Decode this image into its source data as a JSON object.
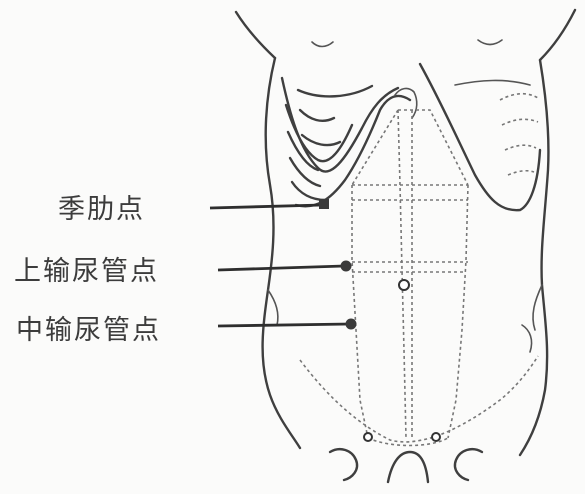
{
  "labels": {
    "costal_point": "季肋点",
    "upper_ureteral_point": "上输尿管点",
    "middle_ureteral_point": "中输尿管点"
  }
}
